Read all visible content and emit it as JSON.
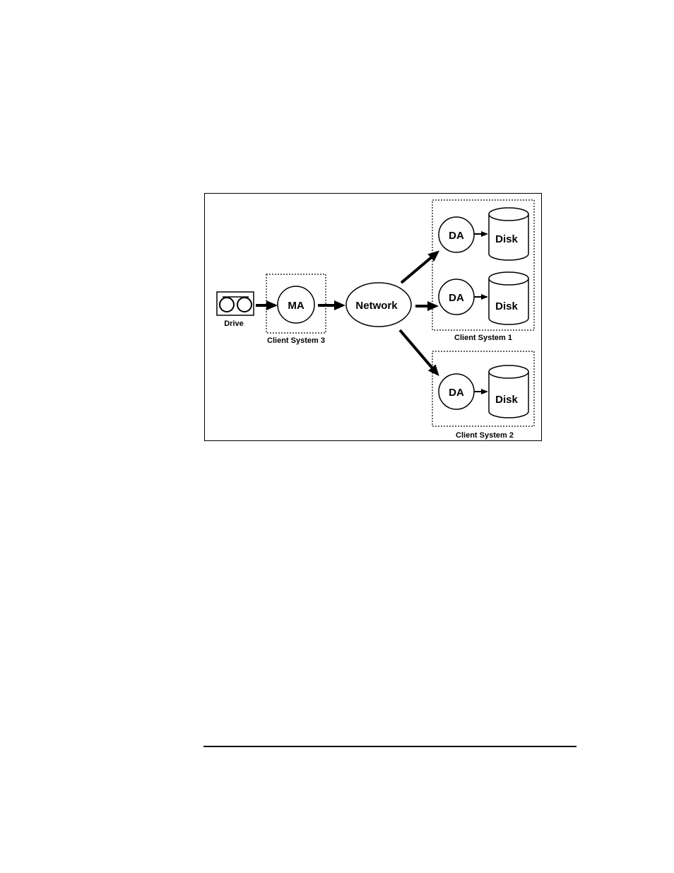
{
  "diagram": {
    "nodes": {
      "drive": {
        "label": "Drive"
      },
      "ma": {
        "label": "MA"
      },
      "network": {
        "label": "Network"
      },
      "da_1a": {
        "label": "DA"
      },
      "disk_1a": {
        "label": "Disk"
      },
      "da_1b": {
        "label": "DA"
      },
      "disk_1b": {
        "label": "Disk"
      },
      "da_2": {
        "label": "DA"
      },
      "disk_2": {
        "label": "Disk"
      }
    },
    "groups": {
      "client_system_3": {
        "label": "Client System 3"
      },
      "client_system_1": {
        "label": "Client System 1"
      },
      "client_system_2": {
        "label": "Client System 2"
      }
    },
    "edges": [
      {
        "from": "drive",
        "to": "ma"
      },
      {
        "from": "ma",
        "to": "network"
      },
      {
        "from": "network",
        "to": "da_1a"
      },
      {
        "from": "network",
        "to": "da_1b"
      },
      {
        "from": "network",
        "to": "da_2"
      },
      {
        "from": "da_1a",
        "to": "disk_1a"
      },
      {
        "from": "da_1b",
        "to": "disk_1b"
      },
      {
        "from": "da_2",
        "to": "disk_2"
      }
    ]
  }
}
